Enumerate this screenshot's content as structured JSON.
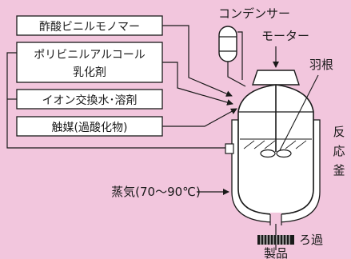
{
  "inputs": {
    "vinyl_acetate_monomer": "酢酸ビニルモノマー",
    "pva_line1": "ポリビニルアルコール",
    "pva_line2": "乳化剤",
    "water_solvent": "イオン交換水･溶剤",
    "catalyst": "触媒(過酸化物)"
  },
  "equipment": {
    "condenser": "コンデンサー",
    "motor": "モーター",
    "impeller": "羽根",
    "reactor_1": "反",
    "reactor_2": "応",
    "reactor_3": "釜",
    "steam": "蒸気(70～90℃)",
    "filtration": "ろ過",
    "product": "製品"
  },
  "colors": {
    "background": "#f2c6dd",
    "stroke": "#1a1a1a",
    "box_fill": "#ffffff"
  }
}
